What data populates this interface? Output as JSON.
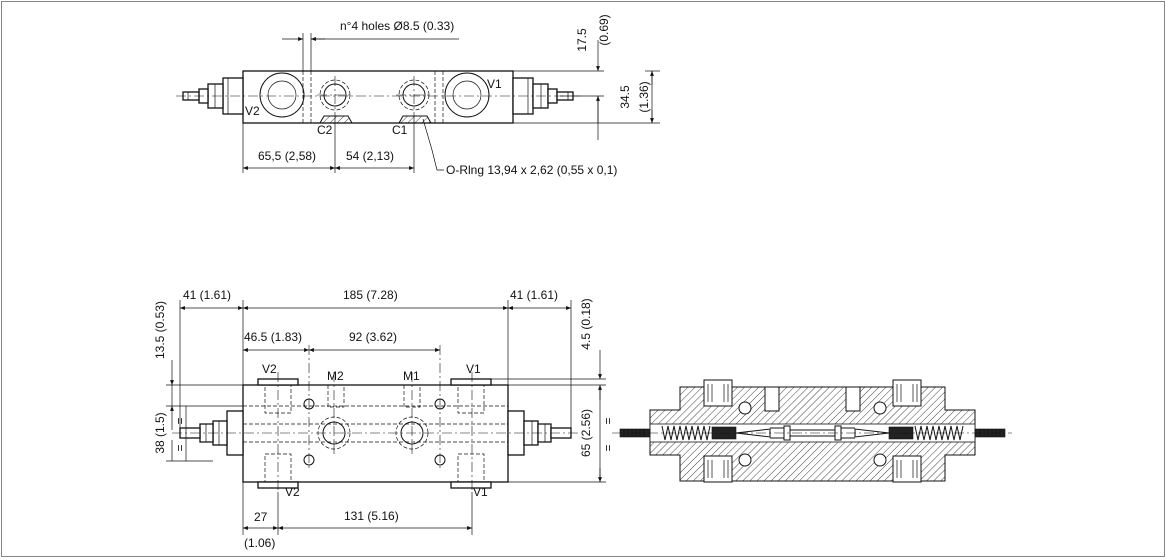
{
  "top_view": {
    "holes_label": "n°4 holes Ø8.5 (0.33)",
    "dim_17_5": "17.5",
    "dim_17_5_in": "(0.69)",
    "dim_34_5": "34.5",
    "dim_34_5_in": "(1.36)",
    "dim_65_5": "65,5 (2,58)",
    "dim_54": "54 (2,13)",
    "oring_label": "O-Rlng 13,94 x 2,62 (0,55 x 0,1)",
    "port_v1": "V1",
    "port_v2": "V2",
    "port_c1": "C1",
    "port_c2": "C2"
  },
  "front_view": {
    "dim_41_left": "41 (1.61)",
    "dim_185": "185 (7.28)",
    "dim_41_right": "41 (1.61)",
    "dim_46_5": "46.5 (1.83)",
    "dim_92": "92 (3.62)",
    "dim_13_5": "13.5 (0.53)",
    "dim_38": "38 (1.5)",
    "dim_4_5": "4.5 (0.18)",
    "dim_65": "65 (2.56)",
    "dim_27": "27",
    "dim_27_in": "(1.06)",
    "dim_131": "131 (5.16)",
    "port_v2_top": "V2",
    "port_m2": "M2",
    "port_m1": "M1",
    "port_v1_top": "V1",
    "port_v2_bottom": "V2",
    "port_v1_bottom": "V1",
    "equal_mark": "="
  }
}
